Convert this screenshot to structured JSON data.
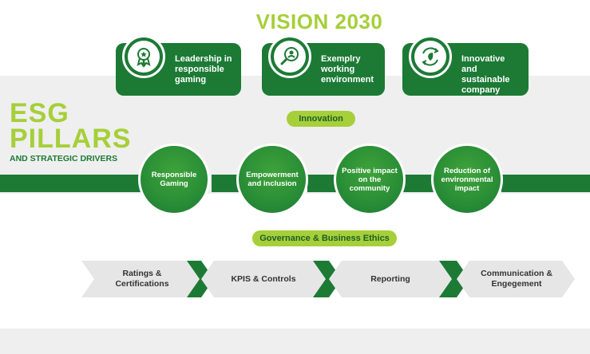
{
  "vision": {
    "title": "VISION 2030",
    "cards": [
      {
        "label": "Leadership in responsible gaming",
        "icon": "award-icon"
      },
      {
        "label": "Exemplry working environment",
        "icon": "search-person-icon"
      },
      {
        "label": "Innovative and sustainable company",
        "icon": "eco-leaf-icon"
      }
    ]
  },
  "esg": {
    "title_line1": "ESG",
    "title_line2": "PILLARS",
    "subtitle": "AND STRATEGIC DRIVERS"
  },
  "innovation_label": "Innovation",
  "pillars": [
    {
      "label": "Responsible Gaming"
    },
    {
      "label": "Empowerment and inclusion"
    },
    {
      "label": "Positive impact on the community"
    },
    {
      "label": "Reduction of environmental impact"
    }
  ],
  "governance_label": "Governance & Business Ethics",
  "stages": [
    {
      "label": "Ratings & Certifications"
    },
    {
      "label": "KPIS & Controls"
    },
    {
      "label": "Reporting"
    },
    {
      "label": "Communication & Engegement"
    }
  ],
  "colors": {
    "dark_green": "#1c7a35",
    "lime": "#a6cf39",
    "light_gray": "#efefef",
    "arrow_gray": "#e6e6e6"
  }
}
